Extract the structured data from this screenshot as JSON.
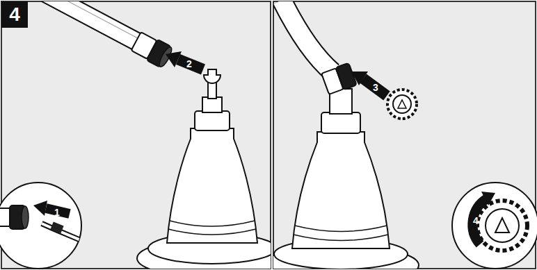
{
  "diagram": {
    "nodes": [
      {
        "text": [
          "4"
        ]
      }
    ],
    "labels": [
      "1",
      "2",
      "3",
      "4"
    ]
  }
}
